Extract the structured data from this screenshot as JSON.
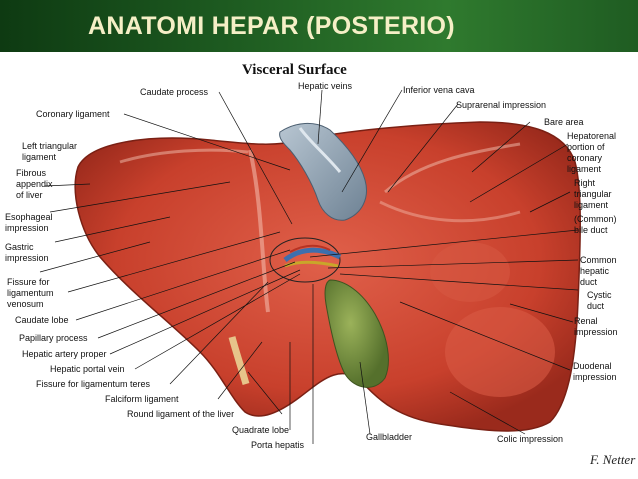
{
  "header": {
    "title": "ANATOMI HEPAR (POSTERIO)"
  },
  "diagram": {
    "title": "Visceral Surface",
    "labels": {
      "caudate_process": "Caudate process",
      "hepatic_veins": "Hepatic veins",
      "inferior_vena_cava": "Inferior vena cava",
      "suprarenal_impression": "Suprarenal impression",
      "coronary_ligament": "Coronary ligament",
      "bare_area": "Bare area",
      "left_triangular": [
        "Left triangular",
        "ligament"
      ],
      "hepatorenal": [
        "Hepatorenal",
        "portion of",
        "coronary",
        "ligament"
      ],
      "fibrous_appendix": [
        "Fibrous",
        "appendix",
        "of liver"
      ],
      "right_triangular": [
        "Right",
        "triangular",
        "ligament"
      ],
      "esophageal": [
        "Esophageal",
        "impression"
      ],
      "common_bile_duct": [
        "(Common)",
        "bile duct"
      ],
      "gastric": [
        "Gastric",
        "impression"
      ],
      "common_hepatic_duct": [
        "Common",
        "hepatic",
        "duct"
      ],
      "fissure_lig_venosum": [
        "Fissure for",
        "ligamentum",
        "venosum"
      ],
      "cystic_duct": [
        "Cystic",
        "duct"
      ],
      "caudate_lobe": "Caudate lobe",
      "renal": [
        "Renal",
        "impression"
      ],
      "papillary": "Papillary process",
      "hepatic_artery": "Hepatic artery proper",
      "duodenal": [
        "Duodenal",
        "impression"
      ],
      "hepatic_portal": "Hepatic portal vein",
      "fissure_lig_teres": "Fissure for ligamentum teres",
      "falciform": "Falciform ligament",
      "round_ligament": "Round ligament of the liver",
      "quadrate": "Quadrate lobe",
      "porta": "Porta hepatis",
      "gallbladder": "Gallbladder",
      "colic": "Colic impression"
    },
    "signature": "F. Netter"
  },
  "colors": {
    "liver": "#c8402c",
    "header": "#1d5a20",
    "header_text": "#f5efc6",
    "gallbladder": "#6f8a3a",
    "vena_cava": "#8fa2b4"
  }
}
